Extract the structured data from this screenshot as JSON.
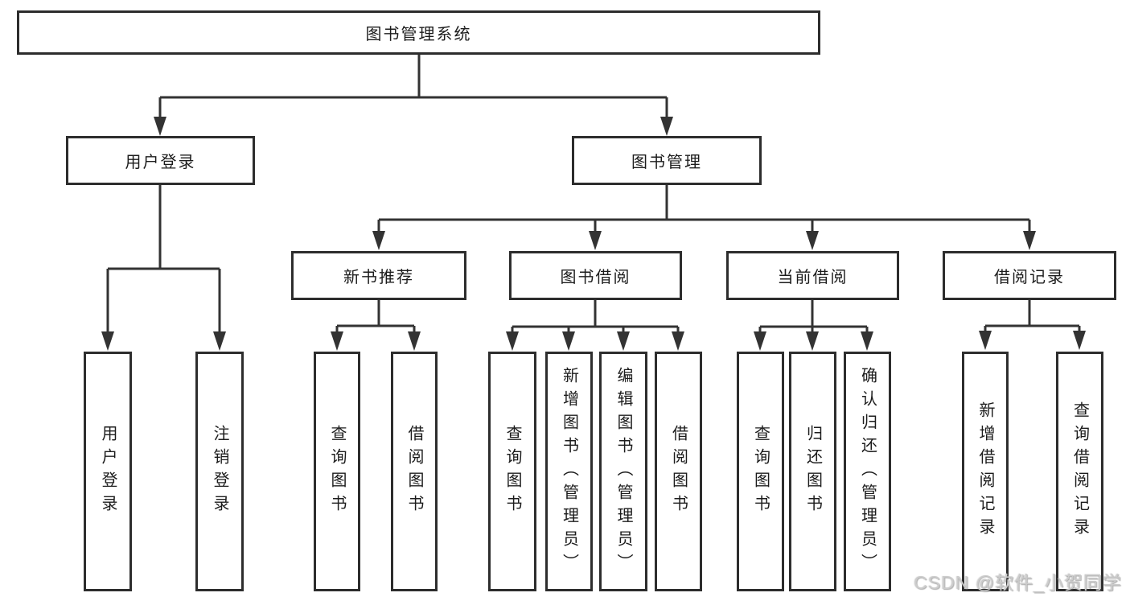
{
  "tree": {
    "root": {
      "label": "图书管理系统",
      "children": [
        {
          "label": "用户登录",
          "children": [
            {
              "label": "用户登录"
            },
            {
              "label": "注销登录"
            }
          ]
        },
        {
          "label": "图书管理",
          "children": [
            {
              "label": "新书推荐",
              "children": [
                {
                  "label": "查询图书"
                },
                {
                  "label": "借阅图书"
                }
              ]
            },
            {
              "label": "图书借阅",
              "children": [
                {
                  "label": "查询图书"
                },
                {
                  "label": "新增图书（管理员）"
                },
                {
                  "label": "编辑图书（管理员）"
                },
                {
                  "label": "借阅图书"
                }
              ]
            },
            {
              "label": "当前借阅",
              "children": [
                {
                  "label": "查询图书"
                },
                {
                  "label": "归还图书"
                },
                {
                  "label": "确认归还（管理员）"
                }
              ]
            },
            {
              "label": "借阅记录",
              "children": [
                {
                  "label": "新增借阅记录"
                },
                {
                  "label": "查询借阅记录"
                }
              ]
            }
          ]
        }
      ]
    }
  },
  "watermark": "CSDN @软件_小贺同学",
  "colors": {
    "line": "#333333",
    "box_border": "#2d2d2d",
    "box_fill": "#ffffff",
    "text": "#1c1c1c",
    "background": "#ffffff",
    "watermark": "#cccccc"
  }
}
